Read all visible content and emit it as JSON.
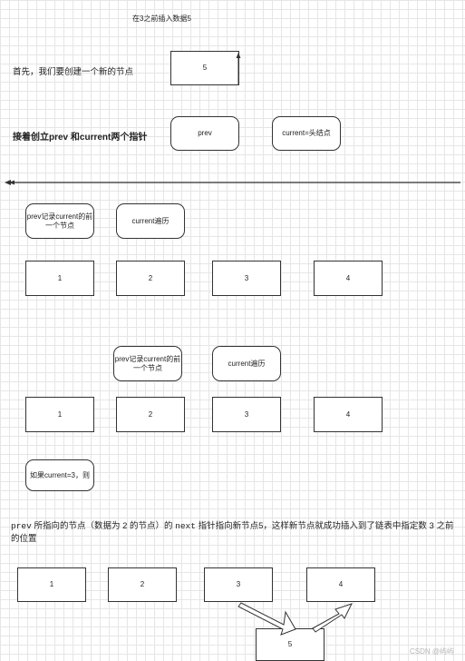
{
  "title": "在3之前插入数据5",
  "step1": {
    "label": "首先，我们要创建一个新的节点",
    "new_node": "5"
  },
  "step2": {
    "label": "接着创立prev 和current两个指针",
    "prev": "prev",
    "current": "current=头结点"
  },
  "pass1": {
    "prev_label": "prev记录current的前一个节点",
    "current_label": "current遍历",
    "nodes": [
      "1",
      "2",
      "3",
      "4"
    ]
  },
  "pass2": {
    "prev_label": "prev记录current的前一个节点",
    "current_label": "current遍历",
    "nodes": [
      "1",
      "2",
      "3",
      "4"
    ],
    "condition": "如果current=3，则"
  },
  "explanation": {
    "code1": "prev",
    "text1": " 所指向的节点（数据为 2 的节点）的 ",
    "code2": "next",
    "text2": " 指针指向新节点5，这样新节点就成功插入到了链表中指定数 3 之前的位置"
  },
  "final": {
    "nodes": [
      "1",
      "2",
      "3",
      "4"
    ],
    "inserted": "5"
  },
  "watermark": "CSDN @屿屿"
}
